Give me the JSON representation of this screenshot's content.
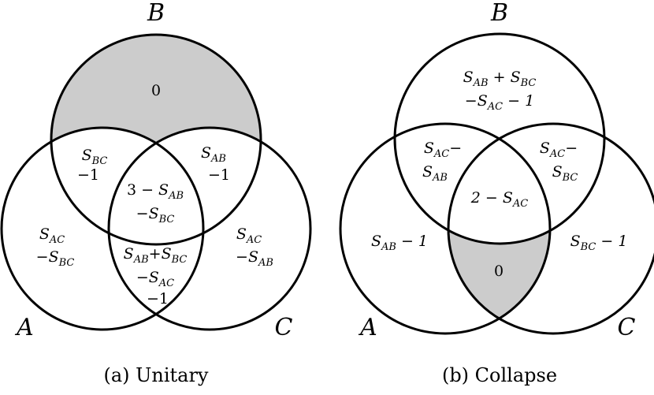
{
  "panel_a": {
    "caption": "(a) Unitary",
    "circle_labels": {
      "A": "A",
      "B": "B",
      "C": "C"
    },
    "shaded_region": "B only",
    "regions": {
      "b_only": "0",
      "ab_only_l1": "S_BC",
      "ab_only_l2": "−1",
      "bc_only_l1": "S_AB",
      "bc_only_l2": "−1",
      "center_l1": "3 − S_AB",
      "center_l2": "−S_BC",
      "a_only_l1": "S_AC",
      "a_only_l2": "−S_BC",
      "c_only_l1": "S_AC",
      "c_only_l2": "−S_AB",
      "ac_only_l1": "S_AB+S_BC",
      "ac_only_l2": "−S_AC",
      "ac_only_l3": "−1"
    }
  },
  "panel_b": {
    "caption": "(b) Collapse",
    "circle_labels": {
      "A": "A",
      "B": "B",
      "C": "C"
    },
    "shaded_region": "A∩C only",
    "regions": {
      "b_only_l1": "S_AB + S_BC",
      "b_only_l2": "−S_AC − 1",
      "ab_only_l1": "S_AC−",
      "ab_only_l2": "S_AB",
      "bc_only_l1": "S_AC−",
      "bc_only_l2": "S_BC",
      "center": "2 − S_AC",
      "a_only": "S_AB − 1",
      "c_only": "S_BC − 1",
      "ac_only": "0"
    }
  },
  "colors": {
    "shade": "#cccccc",
    "stroke": "#000000"
  }
}
